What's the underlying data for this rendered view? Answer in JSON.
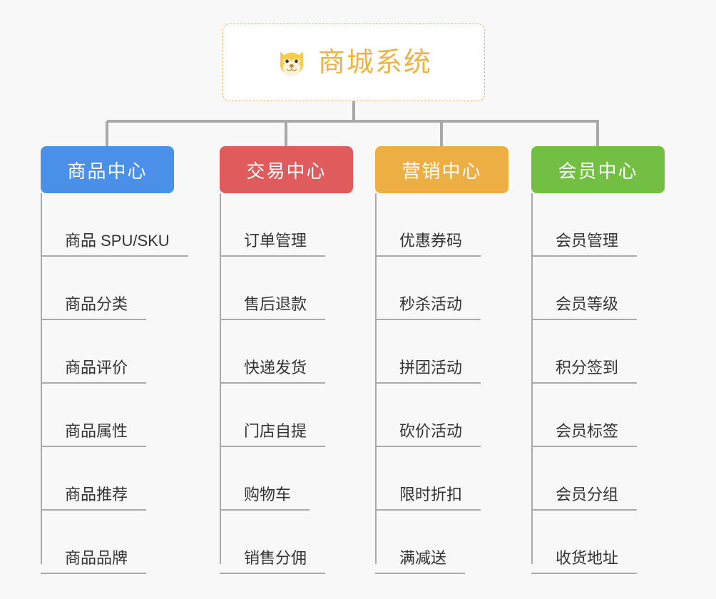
{
  "page": {
    "background_color": "#f8f8f8",
    "title": "商城系统功能结构图"
  },
  "root": {
    "label": "商城系统",
    "icon": "dog-face-icon",
    "text_color": "#eeb344",
    "border_color": "#e8b457",
    "background_color": "#ffffff"
  },
  "connector": {
    "color": "#a9a9a9"
  },
  "columns": [
    {
      "id": "product-center",
      "header": "商品中心",
      "color": "#4a90e8",
      "items": [
        "商品 SPU/SKU",
        "商品分类",
        "商品评价",
        "商品属性",
        "商品推荐",
        "商品品牌"
      ]
    },
    {
      "id": "trade-center",
      "header": "交易中心",
      "color": "#e05c5c",
      "items": [
        "订单管理",
        "售后退款",
        "快递发货",
        "门店自提",
        "购物车",
        "销售分佣"
      ]
    },
    {
      "id": "marketing-center",
      "header": "营销中心",
      "color": "#edae44",
      "items": [
        "优惠券码",
        "秒杀活动",
        "拼团活动",
        "砍价活动",
        "限时折扣",
        "满减送"
      ]
    },
    {
      "id": "member-center",
      "header": "会员中心",
      "color": "#72bf44",
      "items": [
        "会员管理",
        "会员等级",
        "积分签到",
        "会员标签",
        "会员分组",
        "收货地址"
      ]
    }
  ]
}
